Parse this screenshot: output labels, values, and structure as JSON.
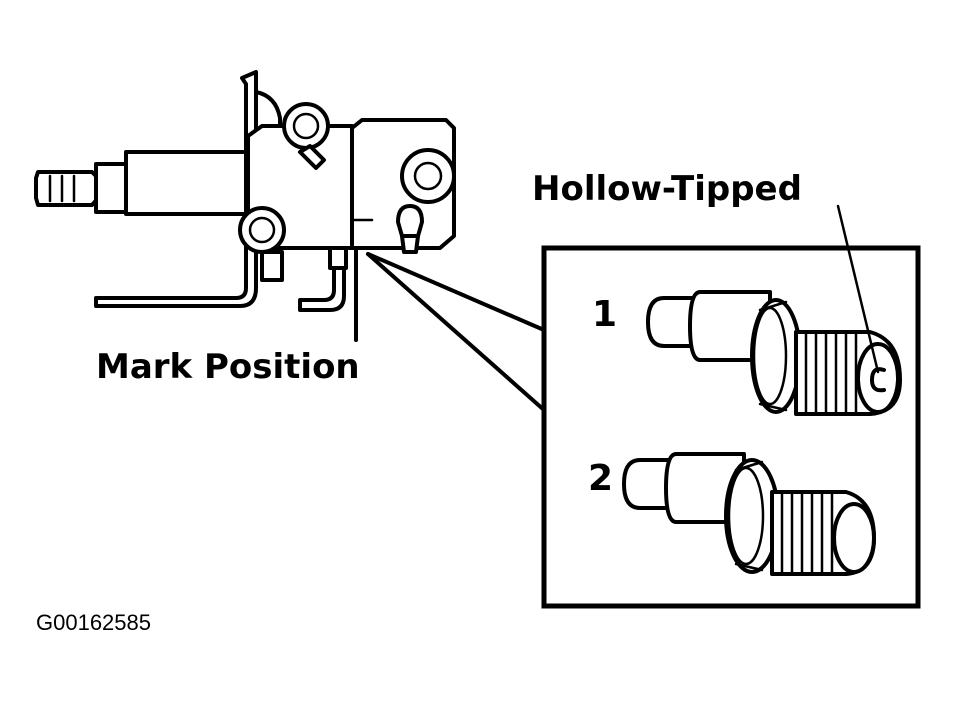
{
  "labels": {
    "hollow_tipped": "Hollow-Tipped",
    "mark_position": "Mark Position",
    "item_1": "1",
    "item_2": "2",
    "figure_id": "G00162585"
  },
  "colors": {
    "ink": "#000000",
    "paper": "#ffffff"
  }
}
